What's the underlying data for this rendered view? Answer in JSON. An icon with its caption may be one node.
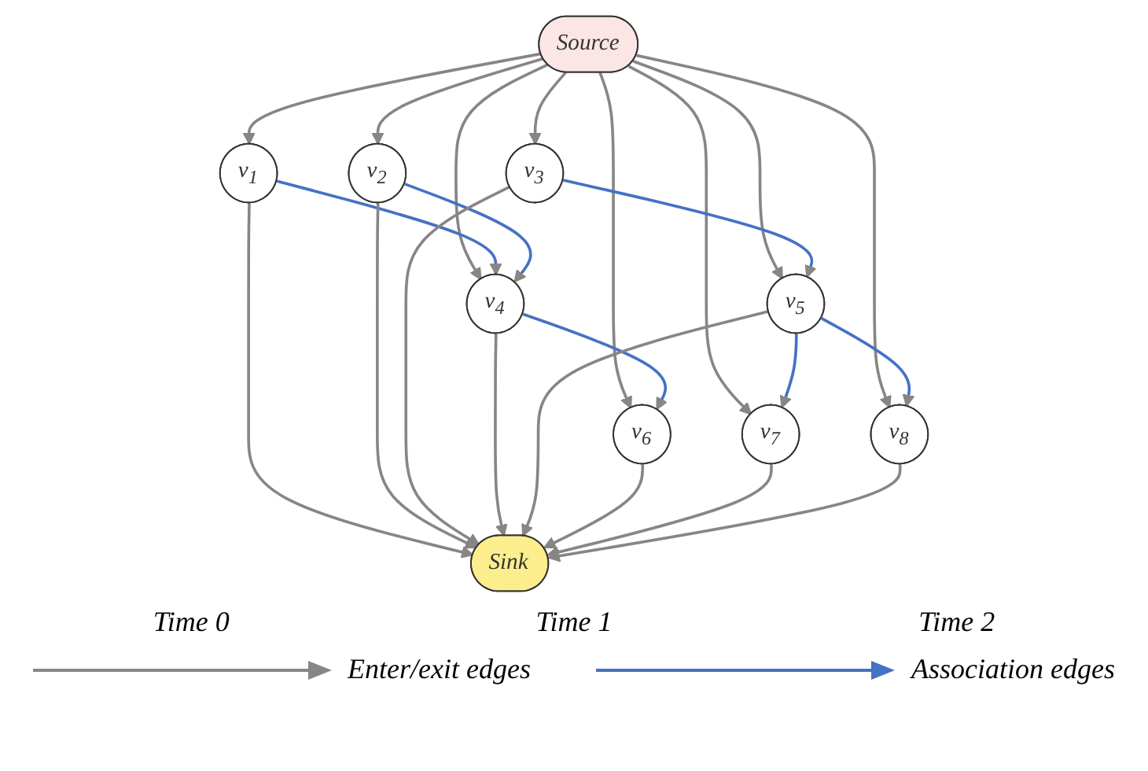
{
  "diagram": {
    "nodes": [
      {
        "text": [
          "Source"
        ]
      },
      {
        "text": [
          "v$_{1}$"
        ]
      },
      {
        "text": [
          "v$_{2}$"
        ]
      },
      {
        "text": [
          "v$_{3}$"
        ]
      },
      {
        "text": [
          "v$_{4}$"
        ]
      },
      {
        "text": [
          "v$_{5}$"
        ]
      },
      {
        "text": [
          "v$_{6}$"
        ]
      },
      {
        "text": [
          "v$_{7}$"
        ]
      },
      {
        "text": [
          "v$_{8}$"
        ]
      },
      {
        "text": [
          "Sink"
        ]
      }
    ],
    "edges": [
      {
        "from": 0,
        "to": 1,
        "arrow": "to"
      },
      {
        "from": 0,
        "to": 2,
        "arrow": "to"
      },
      {
        "from": 0,
        "to": 3,
        "arrow": "to"
      },
      {
        "from": 0,
        "to": 4,
        "arrow": "to"
      },
      {
        "from": 0,
        "to": 5,
        "arrow": "to"
      },
      {
        "from": 0,
        "to": 6,
        "arrow": "to"
      },
      {
        "from": 0,
        "to": 7,
        "arrow": "to"
      },
      {
        "from": 0,
        "to": 8,
        "arrow": "to"
      },
      {
        "from": 1,
        "to": 4,
        "arrow": "to",
        "color": "#4472c4"
      },
      {
        "from": 2,
        "to": 4,
        "arrow": "to",
        "color": "#4472c4"
      },
      {
        "from": 3,
        "to": 5,
        "arrow": "to",
        "color": "#4472c4"
      },
      {
        "from": 4,
        "to": 6,
        "arrow": "to",
        "color": "#4472c4"
      },
      {
        "from": 5,
        "to": 7,
        "arrow": "to",
        "color": "#4472c4"
      },
      {
        "from": 5,
        "to": 8,
        "arrow": "to",
        "color": "#4472c4"
      },
      {
        "from": 1,
        "to": 9,
        "arrow": "to"
      },
      {
        "from": 2,
        "to": 9,
        "arrow": "to"
      },
      {
        "from": 3,
        "to": 9,
        "arrow": "to"
      },
      {
        "from": 4,
        "to": 9,
        "arrow": "to"
      },
      {
        "from": 5,
        "to": 9,
        "arrow": "to"
      },
      {
        "from": 6,
        "to": 9,
        "arrow": "to"
      },
      {
        "from": 7,
        "to": 9,
        "arrow": "to"
      },
      {
        "from": 8,
        "to": 9,
        "arrow": "to"
      }
    ],
    "labels": [
      "Time 0",
      "Time 1",
      "Time 2"
    ],
    "legend": [
      {
        "text": "Enter/exit edges"
      },
      {
        "text": "Association edges"
      }
    ]
  }
}
